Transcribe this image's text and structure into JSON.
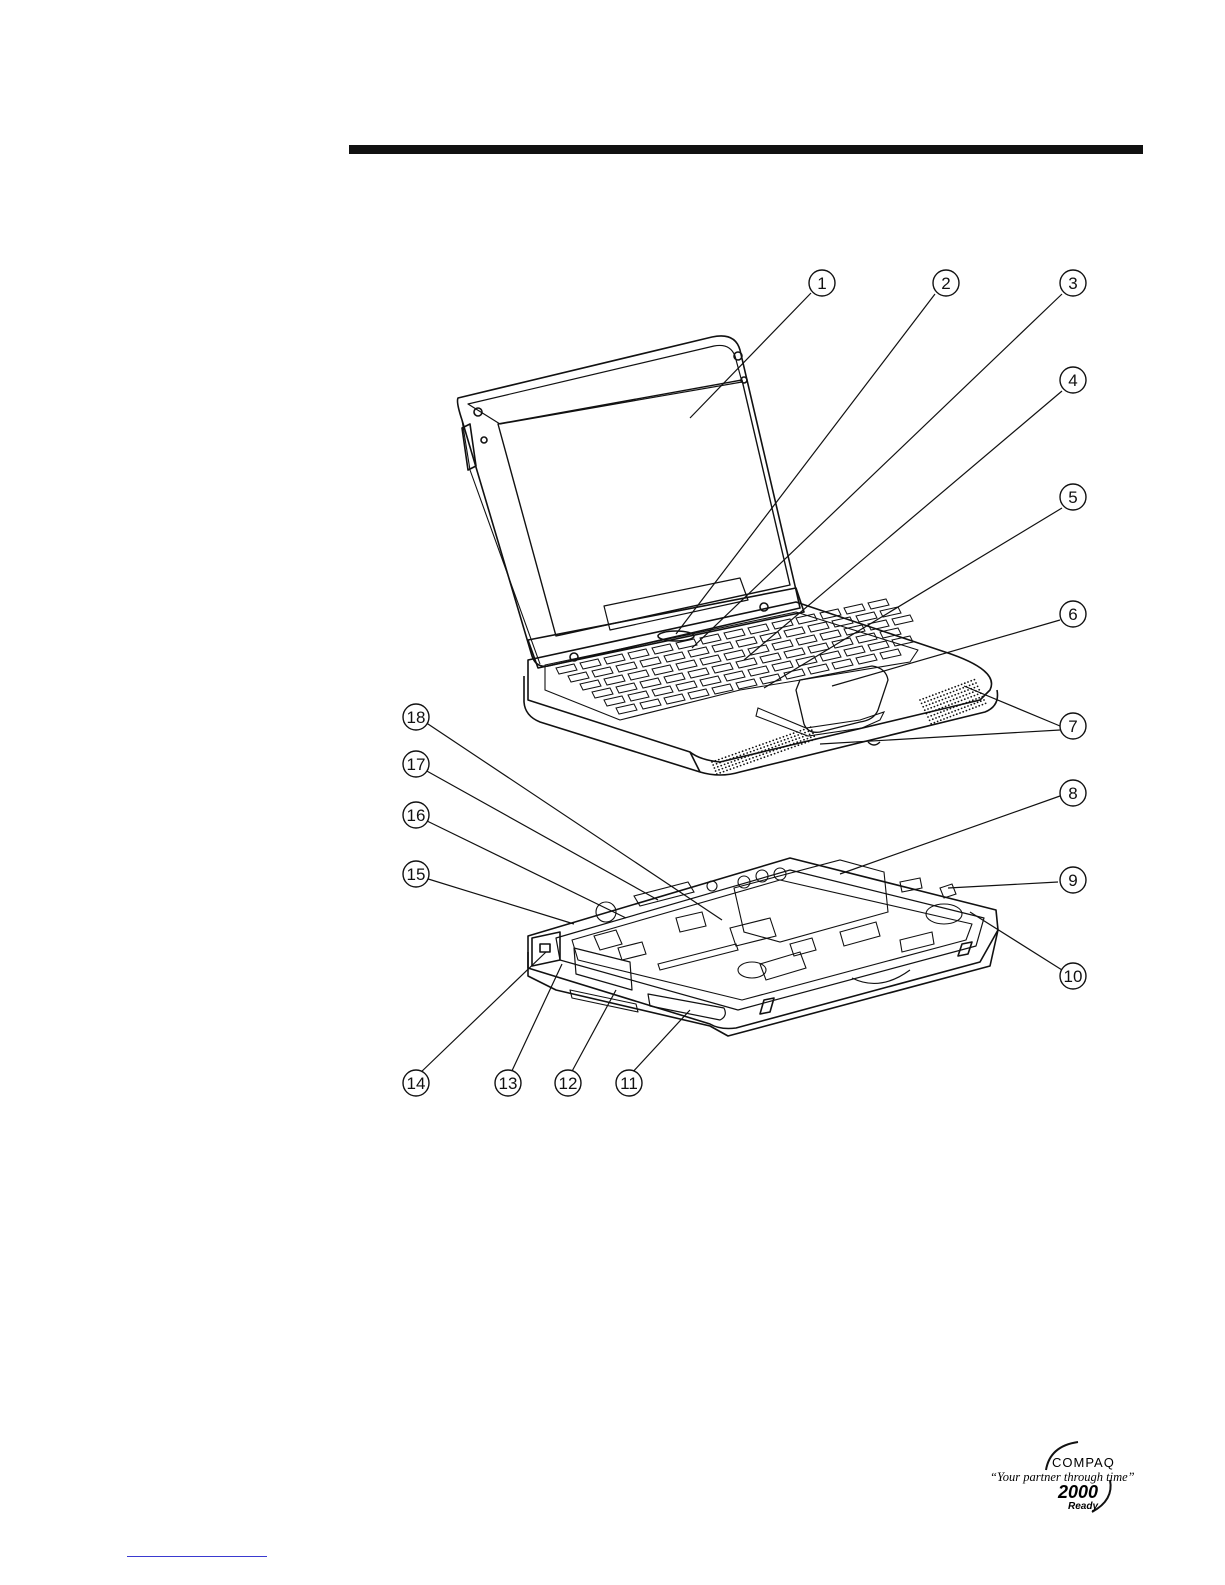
{
  "figure": {
    "callouts": [
      {
        "num": "1"
      },
      {
        "num": "2"
      },
      {
        "num": "3"
      },
      {
        "num": "4"
      },
      {
        "num": "5"
      },
      {
        "num": "6"
      },
      {
        "num": "7"
      },
      {
        "num": "8"
      },
      {
        "num": "9"
      },
      {
        "num": "10"
      },
      {
        "num": "11"
      },
      {
        "num": "12"
      },
      {
        "num": "13"
      },
      {
        "num": "14"
      },
      {
        "num": "15"
      },
      {
        "num": "16"
      },
      {
        "num": "17"
      },
      {
        "num": "18"
      }
    ]
  },
  "logo": {
    "brand": "COMPAQ",
    "tagline": "“Your partner through time”",
    "year": "2000",
    "ready": "Ready"
  }
}
